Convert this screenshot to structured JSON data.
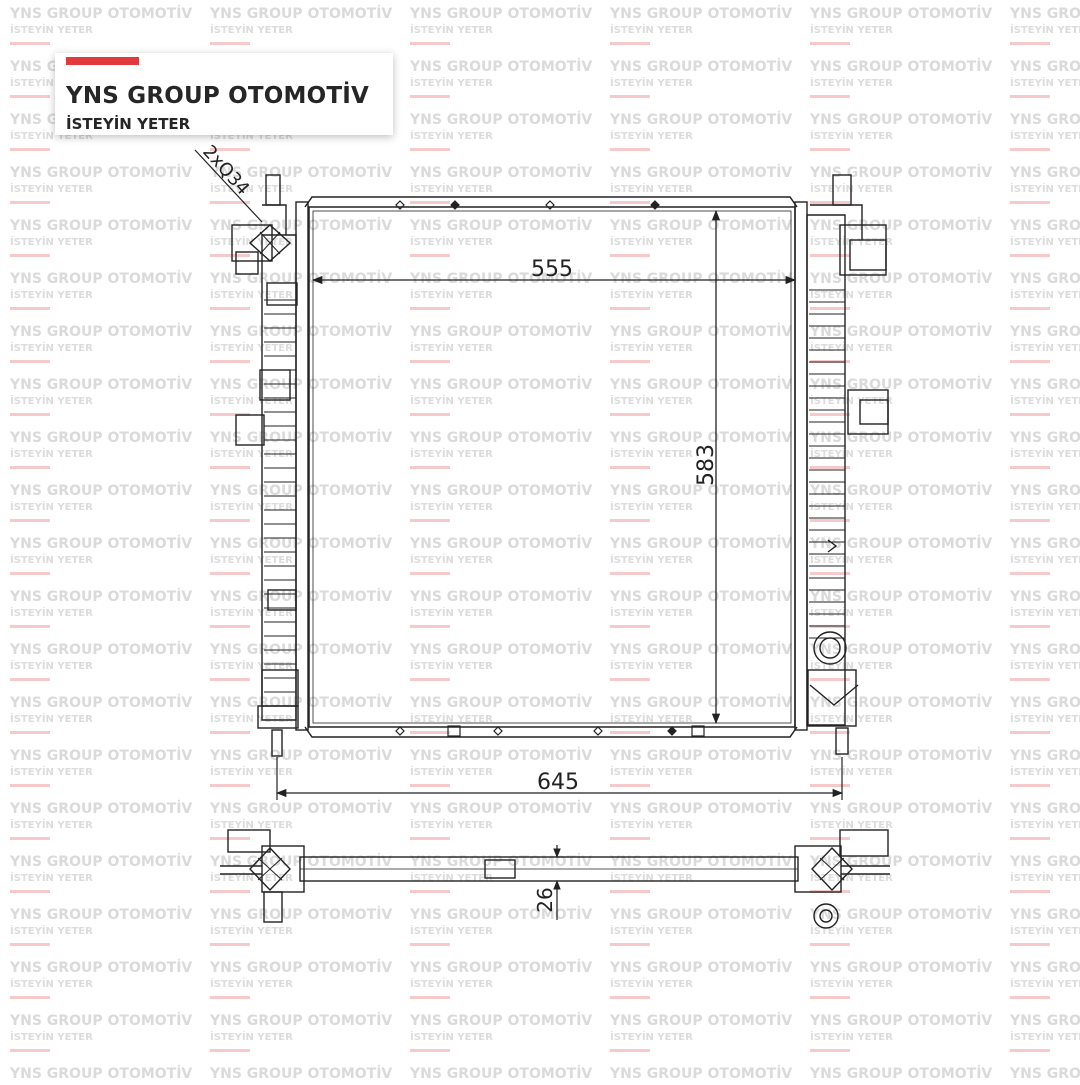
{
  "brand": {
    "name": "YNS GROUP OTOMOTİV",
    "tagline": "İSTEYİN YETER",
    "accent_color": "#e03a3e",
    "text_color": "#262626"
  },
  "watermark": {
    "line1": "YNS GROUP OTOMOTİV",
    "line2": "İSTEYİN YETER"
  },
  "drawing": {
    "dimensions": {
      "core_width": "555",
      "core_height": "583",
      "overall_width": "645",
      "thickness": "26",
      "connector_spec": "2xQ34"
    },
    "line_color": "#222222"
  }
}
